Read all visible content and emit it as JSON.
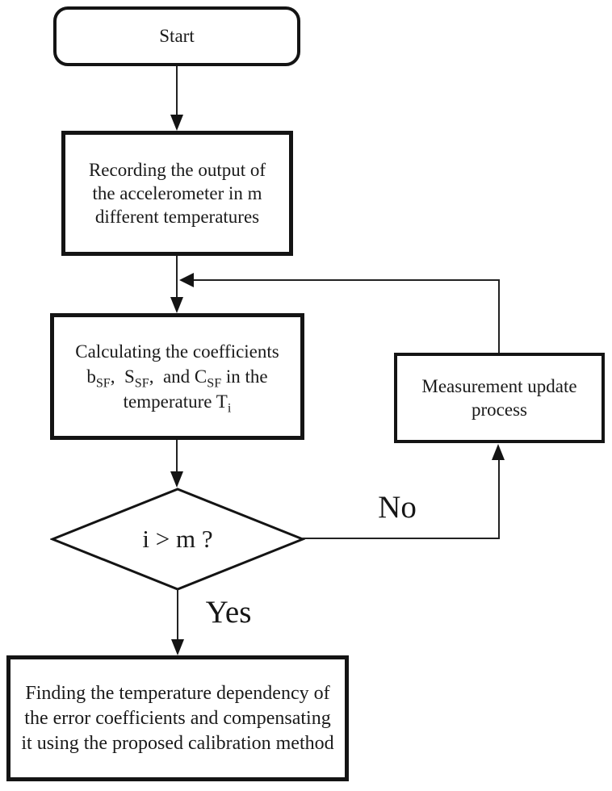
{
  "diagram": {
    "type": "flowchart",
    "background": "#ffffff",
    "line_color": "#222222",
    "border_color": "#141414",
    "text_color": "#1a1a1a",
    "nodes": {
      "start": {
        "type": "terminator",
        "label": "Start"
      },
      "recording": {
        "type": "process",
        "lines": [
          "Recording the output of",
          "the accelerometer in m",
          "different temperatures"
        ]
      },
      "calculating": {
        "type": "process",
        "line1": "Calculating the coefficients",
        "line2": [
          {
            "t": "b"
          },
          {
            "sub": "SF"
          },
          {
            "t": ",  S"
          },
          {
            "sub": "SF"
          },
          {
            "t": ",  and C"
          },
          {
            "sub": "SF"
          },
          {
            "t": " in the"
          }
        ],
        "line3": [
          {
            "t": "temperature T"
          },
          {
            "sub": "i"
          }
        ]
      },
      "decision": {
        "type": "decision",
        "label": "i > m ?"
      },
      "measurement": {
        "type": "process",
        "lines": [
          "Measurement update",
          "process"
        ]
      },
      "finding": {
        "type": "process",
        "lines": [
          "Finding the temperature dependency of",
          "the error coefficients and compensating",
          "it using the proposed calibration method"
        ]
      }
    },
    "edge_labels": {
      "no": "No",
      "yes": "Yes"
    },
    "edges": [
      {
        "from": "start",
        "to": "recording"
      },
      {
        "from": "recording",
        "to": "calculating"
      },
      {
        "from": "calculating",
        "to": "decision"
      },
      {
        "from": "decision",
        "to": "measurement",
        "label": "No"
      },
      {
        "from": "measurement",
        "to": "calculating",
        "note": "feedback loop into recording-calculating edge"
      },
      {
        "from": "decision",
        "to": "finding",
        "label": "Yes"
      }
    ]
  }
}
